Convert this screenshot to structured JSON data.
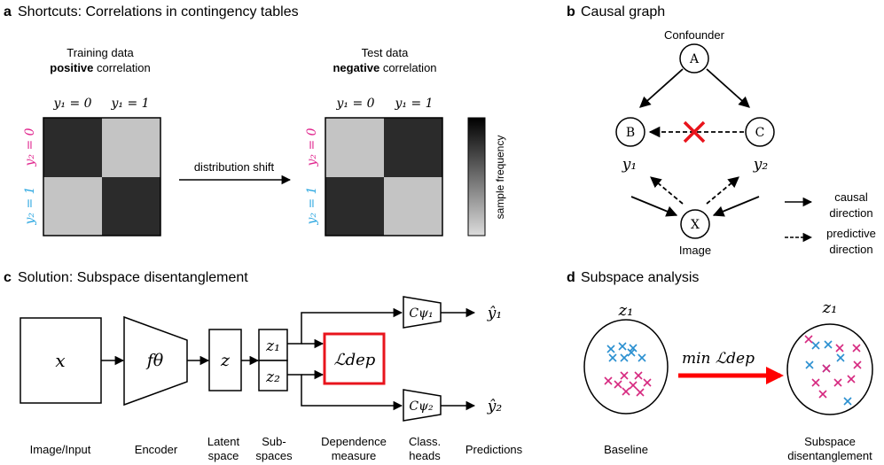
{
  "panel_a": {
    "letter": "a",
    "title": "Shortcuts: Correlations in contingency tables",
    "train_label_1": "Training data",
    "train_label_bold": "positive",
    "train_label_2": "correlation",
    "test_label_1": "Test data",
    "test_label_bold": "negative",
    "test_label_2": "correlation",
    "col_y1_0": "y₁ = 0",
    "col_y1_1": "y₁ = 1",
    "row_y2_0": "y₂ = 0",
    "row_y2_1": "y₂ = 1",
    "shift_label": "distribution shift",
    "colorbar_label": "sample frequency",
    "colors": {
      "high": "#2b2b2b",
      "low": "#c4c4c4",
      "y2_pos": "#e0228c",
      "y2_neg": "#2aa6e0"
    }
  },
  "panel_b": {
    "letter": "b",
    "title": "Causal graph",
    "node_a": "A",
    "node_b": "B",
    "node_c": "C",
    "node_x": "X",
    "confounder_label": "Confounder",
    "image_label": "Image",
    "y1_label": "y₁",
    "y2_label": "y₂",
    "legend_causal_1": "causal",
    "legend_causal_2": "direction",
    "legend_pred_1": "predictive",
    "legend_pred_2": "direction",
    "cross_color": "#e8141c"
  },
  "panel_c": {
    "letter": "c",
    "title": "Solution: Subspace disentanglement",
    "x_symbol": "x",
    "encoder_symbol": "fθ",
    "z_symbol": "z",
    "z1_symbol": "z₁",
    "z2_symbol": "z₂",
    "loss_symbol": "ℒdep",
    "head1_symbol": "Cψ₁",
    "head2_symbol": "Cψ₂",
    "out1_symbol": "ŷ₁",
    "out2_symbol": "ŷ₂",
    "captions": {
      "image_input": "Image/Input",
      "encoder": "Encoder",
      "latent_1": "Latent",
      "latent_2": "space",
      "sub_1": "Sub-",
      "sub_2": "spaces",
      "dep_1": "Dependence",
      "dep_2": "measure",
      "class_1": "Class.",
      "class_2": "heads",
      "predictions": "Predictions"
    },
    "loss_box_color": "#e8141c"
  },
  "panel_d": {
    "letter": "d",
    "title": "Subspace analysis",
    "z1_left": "z₁",
    "z1_right": "z₁",
    "arrow_label": "min ℒdep",
    "baseline_label": "Baseline",
    "right_label_1": "Subspace",
    "right_label_2": "disentanglement",
    "arrow_color": "#ff0000",
    "marker_blue": "#2a8fd0",
    "marker_pink": "#d6287f"
  }
}
